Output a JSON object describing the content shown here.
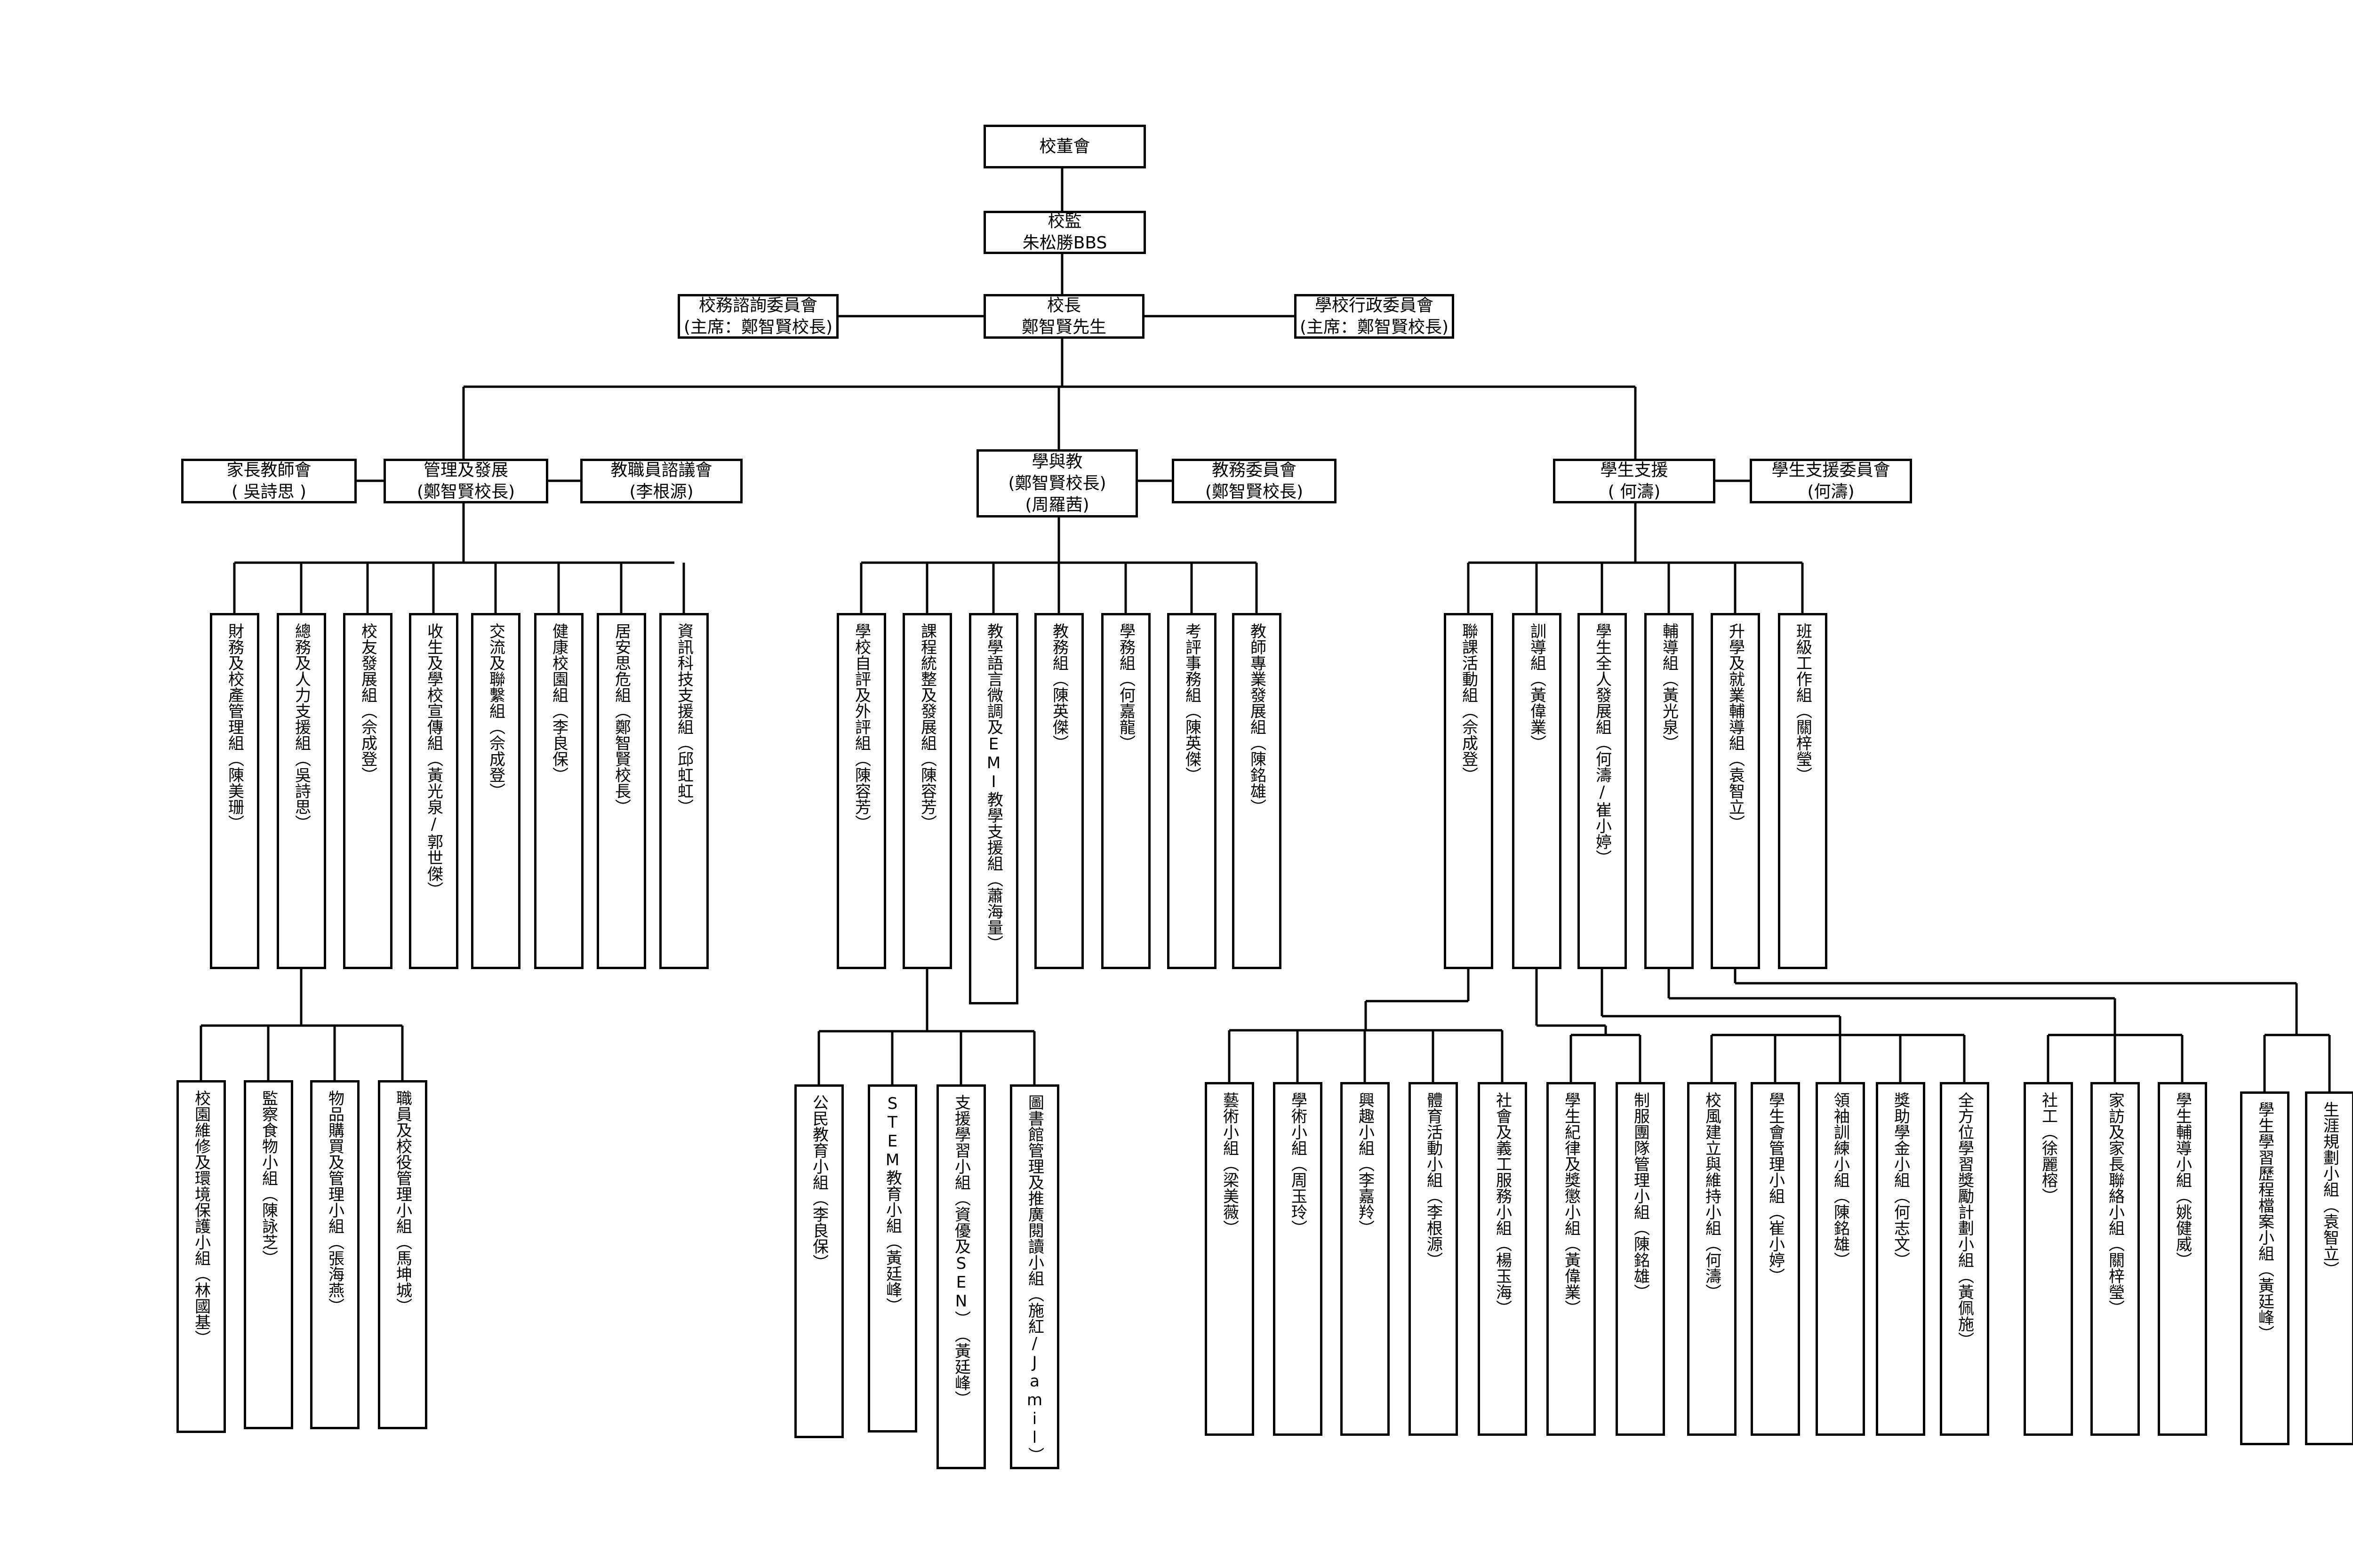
{
  "nodes": {
    "board": "校董會",
    "supervisor": "校監\n朱松勝BBS",
    "advisory": "校務諮詢委員會\n(主席：鄭智賢校長)",
    "principal": "校長\n鄭智賢先生",
    "admin_comm": "學校行政委員會\n(主席：鄭智賢校長)",
    "pta": "家長教師會\n( 吳詩思 )",
    "mgmt": "管理及發展\n(鄭智賢校長)",
    "staff_consult": "教職員諮議會\n(李根源)",
    "teach": "學與教\n(鄭智賢校長)\n(周羅茜)",
    "academic_comm": "教務委員會\n(鄭智賢校長)",
    "student_support": "學生支援\n( 何濤)",
    "support_comm": "學生支援委員會\n(何濤)",
    "m1": "財務及校產管理組︵陳美珊︶",
    "m2": "總務及人力支援組︵吳詩思︶",
    "m3": "校友發展組︵佘成登︶",
    "m4": "收生及學校宣傳組︵黃光泉/郭世傑︶",
    "m5": "交流及聯繫組︵佘成登︶",
    "m6": "健康校園組︵李良保︶",
    "m7": "居安思危組︵鄭智賢校長︶",
    "m8": "資訊科技支援組︵邱虹虹︶",
    "g1": "校園維修及環境保護小組︵林國基︶",
    "g2": "監察食物小組︵陳詠芝︶",
    "g3": "物品購買及管理小組︵張海燕︶",
    "g4": "職員及校役管理小組︵馬坤城︶",
    "t1": "學校自評及外評組︵陳容芳︶",
    "t2": "課程統整及發展組︵陳容芳︶",
    "t3": "教學語言微調及EMI教學支援組︵蕭海量︶",
    "t4": "教務組︵陳英傑︶",
    "t5": "學務組︵何嘉龍︶",
    "t6": "考評事務組︵陳英傑︶",
    "t7": "教師專業發展組︵陳銘雄︶",
    "c1": "公民教育小組︵李良保︶",
    "c2": "STEM教育小組︵黃廷峰︶",
    "c3": "支援學習小組︵資優及SEN︶︵黃廷峰︶",
    "c4": "圖書館管理及推廣閱讀小組︵施紅/Jamil︶",
    "s1": "聯課活動組︵佘成登︶",
    "s2": "訓導組︵黃偉業︶",
    "s3": "學生全人發展組︵何濤/崔小婷︶",
    "s4": "輔導組︵黃光泉︶",
    "s5": "升學及就業輔導組︵袁智立︶",
    "s6": "班級工作組︵關梓瑩︶",
    "e1": "藝術小組︵梁美薇︶",
    "e2": "學術小組︵周玉玲︶",
    "e3": "興趣小組︵李嘉羚︶",
    "e4": "體育活動小組︵李根源︶",
    "e5": "社會及義工服務小組︵楊玉海︶",
    "e6": "學生紀律及獎懲小組︵黃偉業︶",
    "e7": "制服團隊管理小組︵陳銘雄︶",
    "e8": "校風建立與維持小組︵何濤︶",
    "e9": "學生會管理小組︵崔小婷︶",
    "e10": "領袖訓練小組︵陳銘雄︶",
    "e11": "獎助學金小組︵何志文︶",
    "e12": "全方位學習獎勵計劃小組︵黃佩施︶",
    "e13": "社工︵徐麗榕︶",
    "e14": "家訪及家長聯絡小組︵關梓瑩︶",
    "e15": "學生輔導小組︵姚健威︶",
    "e16": "學生學習歷程檔案小組︵黃廷峰︶",
    "e17": "生涯規劃小組︵袁智立︶"
  }
}
